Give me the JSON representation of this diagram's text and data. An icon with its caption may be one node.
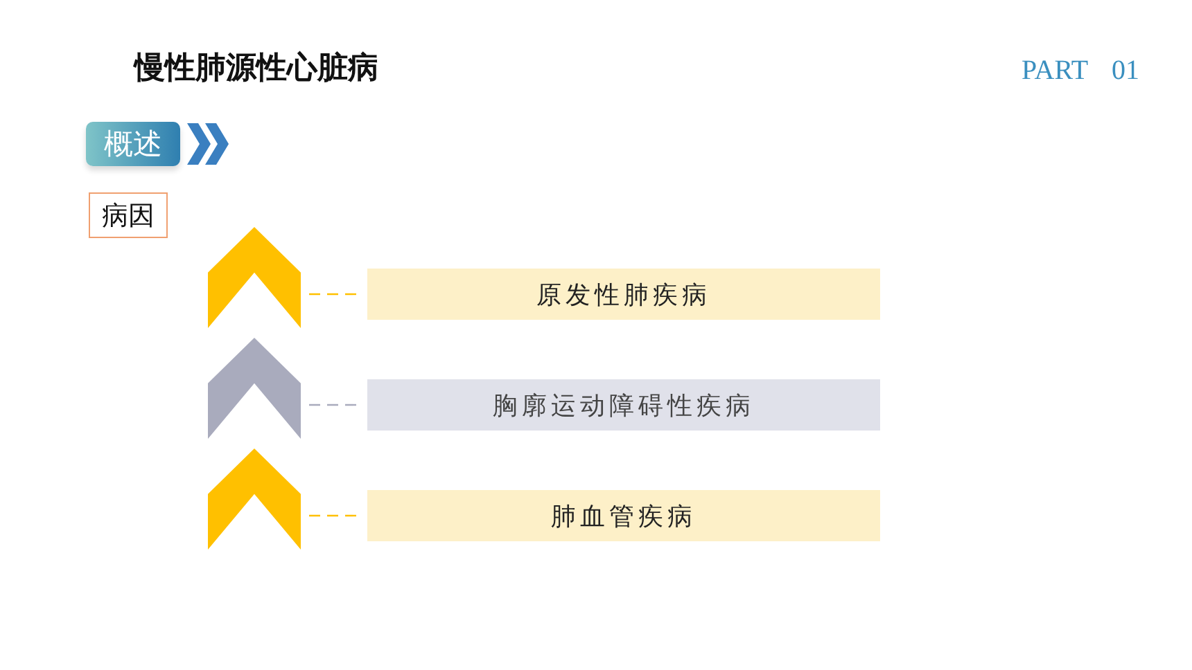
{
  "diagram": {
    "title": "慢性肺源性心脏病",
    "nodes": [
      {
        "text": [
          "概述"
        ]
      },
      {
        "text": [
          "病因"
        ]
      },
      {
        "text": [],
        "shape": "chevron"
      },
      {
        "text": [],
        "shape": "chevron"
      },
      {
        "text": [],
        "shape": "chevron"
      },
      {
        "text": [
          "原发性肺疾病"
        ]
      },
      {
        "text": [
          "胸廓运动障碍性疾病"
        ]
      },
      {
        "text": [
          "肺血管疾病"
        ]
      }
    ],
    "edges": [
      {
        "from": 2,
        "to": 5,
        "arrow": "none",
        "style": "dashed"
      },
      {
        "from": 3,
        "to": 6,
        "arrow": "none",
        "style": "dashed",
        "color": "#a9abbd"
      },
      {
        "from": 4,
        "to": 7,
        "arrow": "none",
        "style": "dashed"
      }
    ],
    "labels": [
      "PART",
      "01"
    ]
  }
}
